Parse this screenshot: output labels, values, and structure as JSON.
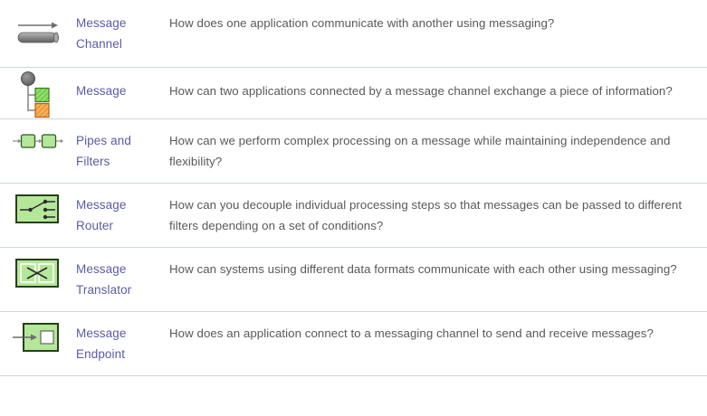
{
  "theme": {
    "link_color": "#5b5ba5",
    "text_color": "#59595c",
    "divider_color": "#cdd6e4",
    "background": "#ffffff",
    "icon_green_fill": "#b4e79a",
    "icon_green_stroke": "#2f5c1e",
    "icon_orange_fill": "#f5a34a",
    "icon_gray": "#6e6e6e"
  },
  "patterns": [
    {
      "icon": "message-channel-icon",
      "name_line1": "Message",
      "name_line2": "Channel",
      "name": "Message Channel",
      "description": "How does one application communicate with another using messaging?"
    },
    {
      "icon": "message-icon",
      "name_line1": "Message",
      "name_line2": "",
      "name": "Message",
      "description": "How can two applications connected by a message channel exchange a piece of information?"
    },
    {
      "icon": "pipes-and-filters-icon",
      "name_line1": "Pipes and",
      "name_line2": "Filters",
      "name": "Pipes and Filters",
      "description": "How can we perform complex processing on a message while maintaining independence and flexibility?"
    },
    {
      "icon": "message-router-icon",
      "name_line1": "Message",
      "name_line2": "Router",
      "name": "Message Router",
      "description": "How can you decouple individual processing steps so that messages can be passed to different filters depending on a set of conditions?"
    },
    {
      "icon": "message-translator-icon",
      "name_line1": "Message",
      "name_line2": "Translator",
      "name": "Message Translator",
      "description": "How can systems using different data formats communicate with each other using messaging?"
    },
    {
      "icon": "message-endpoint-icon",
      "name_line1": "Message",
      "name_line2": "Endpoint",
      "name": "Message Endpoint",
      "description": "How does an application connect to a messaging channel to send and receive messages?"
    }
  ]
}
